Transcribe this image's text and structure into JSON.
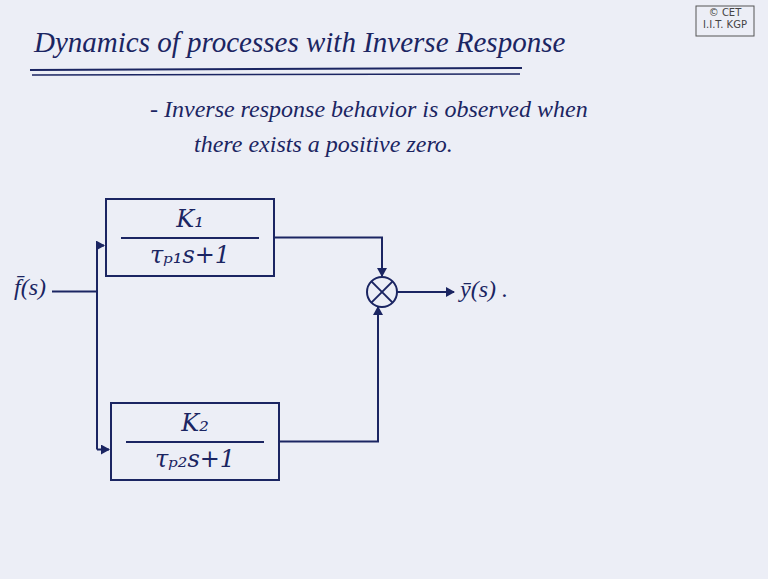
{
  "diagram": {
    "title": "Dynamics of processes with Inverse Response",
    "nodes": [
      {
        "text": [
          "K₁",
          "τₚ₁s+1"
        ]
      },
      {
        "text": [
          "K₂",
          "τₚ₂s+1"
        ]
      }
    ],
    "labels": [
      "© CET I.I.T. KGP",
      "- Inverse response behavior is observed when there exists a positive zero.",
      "f̄(s)",
      "ȳ(s) ."
    ]
  }
}
